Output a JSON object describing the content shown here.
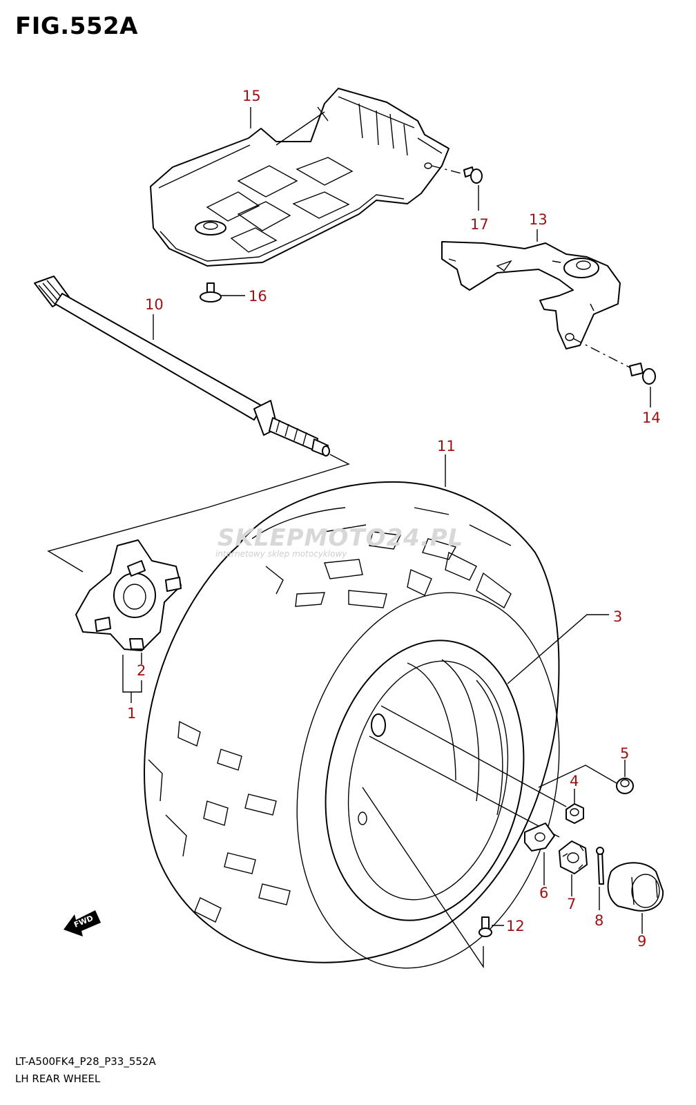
{
  "figure": {
    "title": "FIG.552A",
    "model_code": "LT-A500FK4_P28_P33_552A",
    "caption": "LH REAR WHEEL"
  },
  "watermark": {
    "brand": "SKLEPMOTO24.PL",
    "tagline": "internetowy sklep motocyklowy"
  },
  "fwd_label": "FWD",
  "callouts": [
    "15",
    "17",
    "13",
    "16",
    "10",
    "14",
    "11",
    "3",
    "2",
    "1",
    "5",
    "4",
    "6",
    "7",
    "8",
    "9",
    "12"
  ],
  "colors": {
    "callout": "#a01010",
    "lines": "#000000",
    "watermark": "#d8d8d8"
  }
}
